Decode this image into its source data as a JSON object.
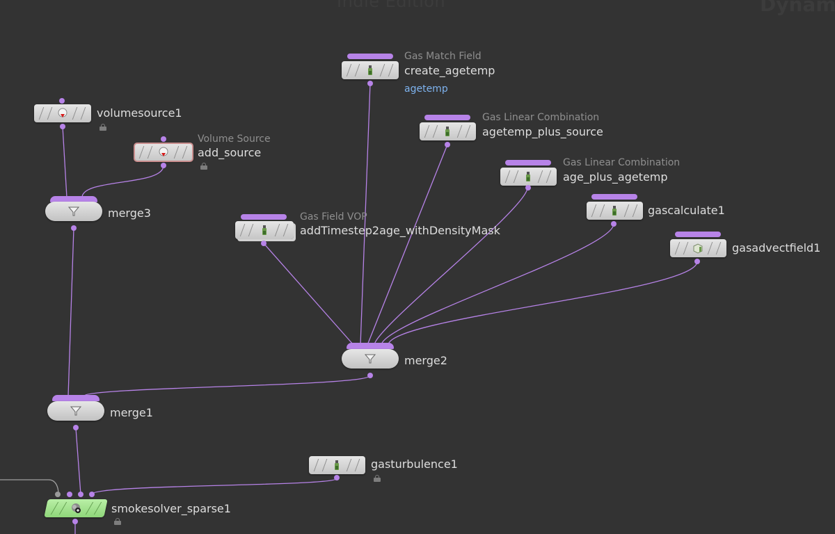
{
  "background": {
    "watermark": "Indie Edition",
    "context": "Dynami"
  },
  "colors": {
    "canvas": "#333333",
    "wire": "#b783e8",
    "node_body": "#d6d6d6",
    "solver_body": "#9fe08a",
    "flag_text": "#7eb3ef",
    "selected_outline": "#c98e8e"
  },
  "nodes": {
    "volumesource1": {
      "name": "volumesource1",
      "icon": "volume-source-icon",
      "locked": true
    },
    "add_source": {
      "type": "Volume Source",
      "name": "add_source",
      "icon": "volume-source-icon",
      "locked": true,
      "selected": true
    },
    "merge3": {
      "name": "merge3",
      "icon": "funnel-icon"
    },
    "create_agetemp": {
      "type": "Gas Match Field",
      "name": "create_agetemp",
      "flag": "agetemp",
      "icon": "gas-microsolver-icon"
    },
    "agetemp_plus_source": {
      "type": "Gas Linear Combination",
      "name": "agetemp_plus_source",
      "icon": "gas-microsolver-icon"
    },
    "age_plus_agetemp": {
      "type": "Gas Linear Combination",
      "name": "age_plus_agetemp",
      "icon": "gas-microsolver-icon"
    },
    "gascalculate1": {
      "name": "gascalculate1",
      "icon": "gas-microsolver-icon"
    },
    "gasadvectfield1": {
      "name": "gasadvectfield1",
      "icon": "gas-advect-icon"
    },
    "addTimestep2age": {
      "type": "Gas Field VOP",
      "name": "addTimestep2age_withDensityMask",
      "icon": "gas-microsolver-icon"
    },
    "merge2": {
      "name": "merge2",
      "icon": "funnel-icon"
    },
    "merge1": {
      "name": "merge1",
      "icon": "funnel-icon"
    },
    "gasturbulence1": {
      "name": "gasturbulence1",
      "icon": "gas-microsolver-icon",
      "locked": true
    },
    "smokesolver_sparse1": {
      "name": "smokesolver_sparse1",
      "icon": "smoke-solver-icon",
      "locked": true
    }
  }
}
